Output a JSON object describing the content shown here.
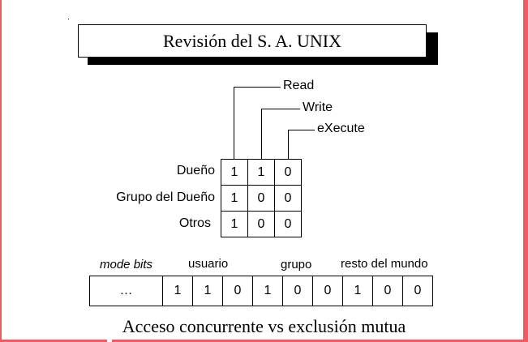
{
  "title": "Revisión del S. A. UNIX",
  "permissions": {
    "labels": {
      "read": "Read",
      "write": "Write",
      "execute": "eXecute"
    },
    "rows": [
      {
        "name": "Dueño",
        "bits": [
          "1",
          "1",
          "0"
        ]
      },
      {
        "name": "Grupo del Dueño",
        "bits": [
          "1",
          "0",
          "0"
        ]
      },
      {
        "name": "Otros",
        "bits": [
          "1",
          "0",
          "0"
        ]
      }
    ]
  },
  "mode_bits": {
    "label": "mode bits",
    "groups": {
      "user": "usuario",
      "group": "grupo",
      "rest": "resto del mundo"
    },
    "prefix": "…",
    "bits": [
      "1",
      "1",
      "0",
      "1",
      "0",
      "0",
      "1",
      "0",
      "0"
    ]
  },
  "caption": "Acceso concurrente vs exclusión mutua",
  "colors": {
    "frame": "#f05a64",
    "ink": "#000000",
    "background": "#ffffff"
  }
}
